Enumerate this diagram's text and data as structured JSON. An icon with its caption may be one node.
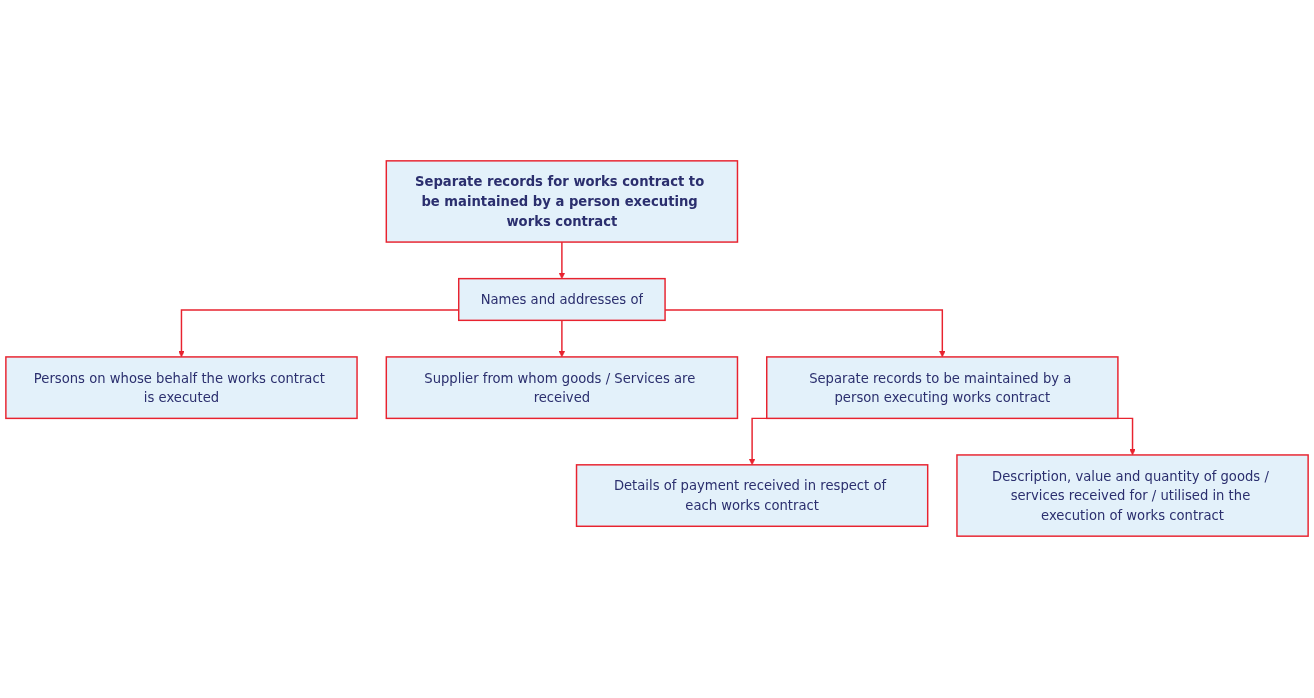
{
  "diagram": {
    "nodes": [
      {
        "text": [
          "Separate records for works contract to be maintained by a person executing works contract"
        ]
      },
      {
        "text": [
          "Names and addresses of"
        ]
      },
      {
        "text": [
          "Persons on whose behalf the works contract is executed"
        ]
      },
      {
        "text": [
          "Supplier from whom goods / Services are received"
        ]
      },
      {
        "text": [
          "Separate records to be maintained by a person executing works contract"
        ]
      },
      {
        "text": [
          "Details of payment received in respect of each works contract"
        ]
      },
      {
        "text": [
          "Description, value and quantity of goods / services received for / utilised in the execution of works contract"
        ]
      }
    ],
    "edges": [
      {
        "from": 0,
        "to": 1,
        "arrow": "to"
      },
      {
        "from": 1,
        "to": 2,
        "arrow": "to"
      },
      {
        "from": 1,
        "to": 3,
        "arrow": "to"
      },
      {
        "from": 1,
        "to": 4,
        "arrow": "to"
      },
      {
        "from": 4,
        "to": 5,
        "arrow": "to"
      },
      {
        "from": 4,
        "to": 6,
        "arrow": "to"
      }
    ]
  }
}
